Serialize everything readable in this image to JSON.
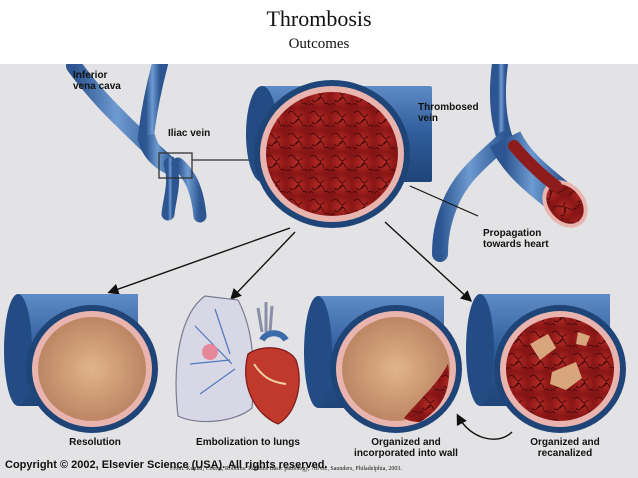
{
  "header": {
    "title": "Thrombosis",
    "subtitle": "Outcomes"
  },
  "labels": {
    "inferior_vena_cava": "Inferior\nvena cava",
    "iliac_vein": "Iliac vein",
    "thrombosed_vein": "Thrombosed\nvein",
    "propagation": "Propagation\ntowards heart"
  },
  "captions": {
    "resolution": "Resolution",
    "embolization": "Embolization to lungs",
    "organized_wall": "Organized and\nincorporated into wall",
    "recanalized": "Organized and\nrecanalized"
  },
  "footer": {
    "copyright": "Copyright © 2002, Elsevier Science (USA). All rights reserved.",
    "source": "From: Kumar, Cotran, Robbins: Robbins Basic pathology, 7th ed., Saunders, Philadelphia, 2003."
  },
  "colors": {
    "vein_blue": "#3b6ba8",
    "vein_wall_pink": "#e9b4ae",
    "lumen_tan": "#d4a57e",
    "clot_red": "#9a1e1e",
    "background_panel": "#e3e3e5"
  }
}
